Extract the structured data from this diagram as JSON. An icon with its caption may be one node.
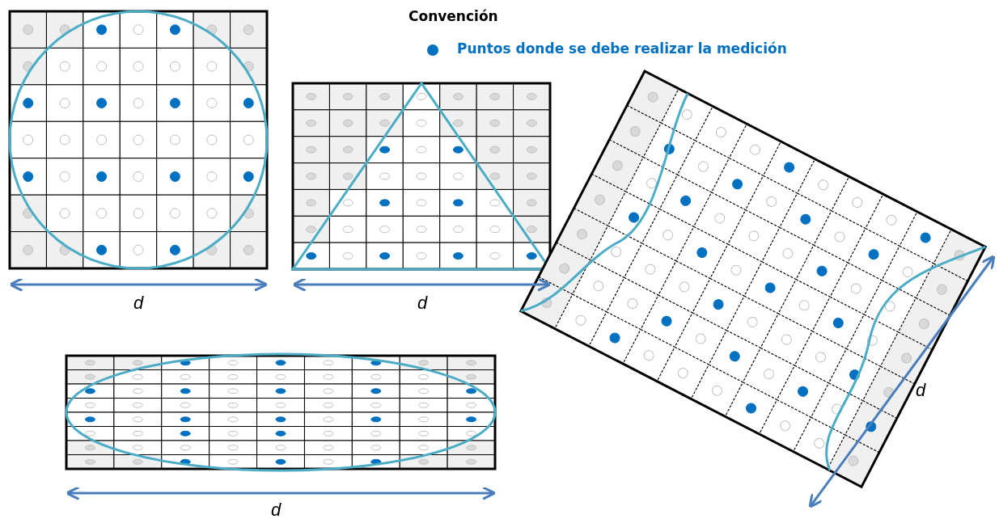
{
  "diagram": {
    "labels": [
      "Convención",
      "d",
      "d",
      "d",
      "d"
    ],
    "legend": [
      {
        "text": "Puntos donde se debe realizar la medición",
        "color": "#0070c0"
      }
    ]
  }
}
